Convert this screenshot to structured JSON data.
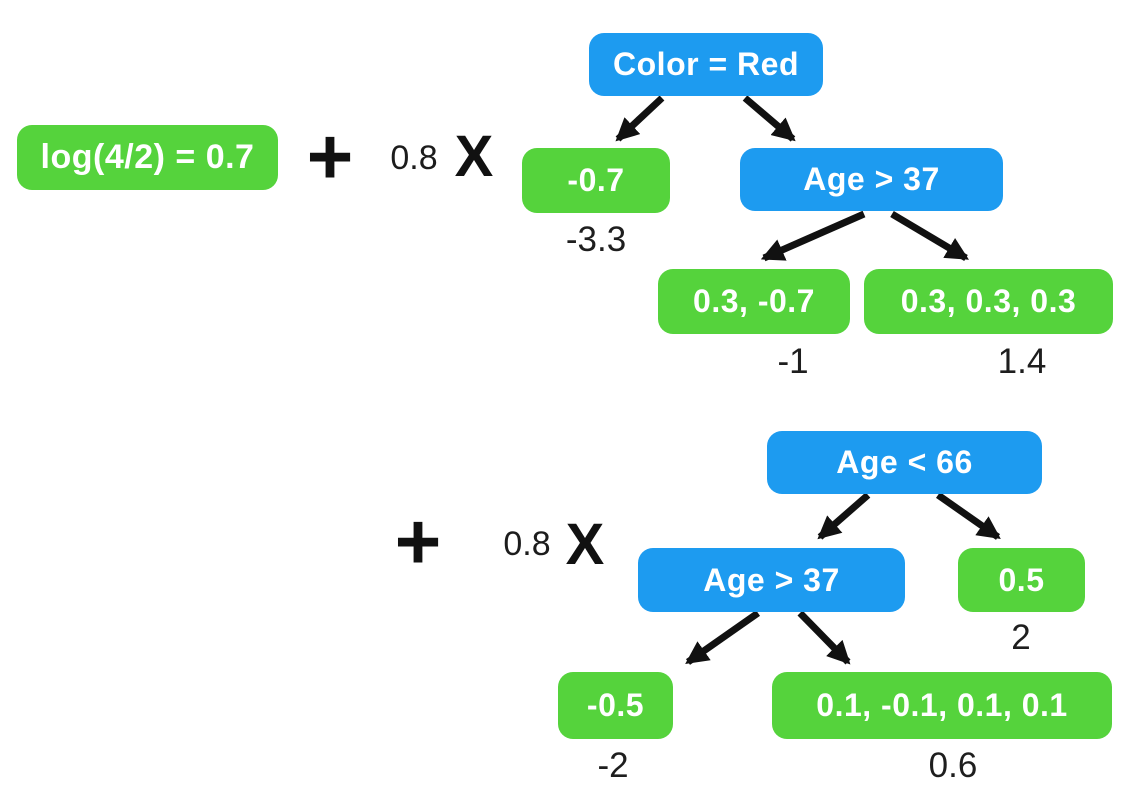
{
  "colors": {
    "leaf_green": "#55d33c",
    "node_blue": "#1d9bf0",
    "arrow_black": "#111111",
    "output_label": "#1e1e1e",
    "box_text": "#ffffff"
  },
  "formula": {
    "initial_prediction": "log(4/2) = 0.7",
    "row1": {
      "plus": "+",
      "learning_rate": "0.8",
      "times": "X"
    },
    "row2": {
      "plus": "+",
      "learning_rate": "0.8",
      "times": "X"
    }
  },
  "tree1": {
    "root": {
      "label": "Color = Red"
    },
    "left_leaf": {
      "label": "-0.7",
      "output": "-3.3"
    },
    "right_node": {
      "label": "Age > 37"
    },
    "right_left_leaf": {
      "label": "0.3, -0.7",
      "output": "-1"
    },
    "right_right_leaf": {
      "label": "0.3, 0.3, 0.3",
      "output": "1.4"
    }
  },
  "tree2": {
    "root": {
      "label": "Age < 66"
    },
    "left_node": {
      "label": "Age > 37"
    },
    "right_leaf": {
      "label": "0.5",
      "output": "2"
    },
    "left_left_leaf": {
      "label": "-0.5",
      "output": "-2"
    },
    "left_right_leaf": {
      "label": "0.1, -0.1, 0.1, 0.1",
      "output": "0.6"
    }
  }
}
